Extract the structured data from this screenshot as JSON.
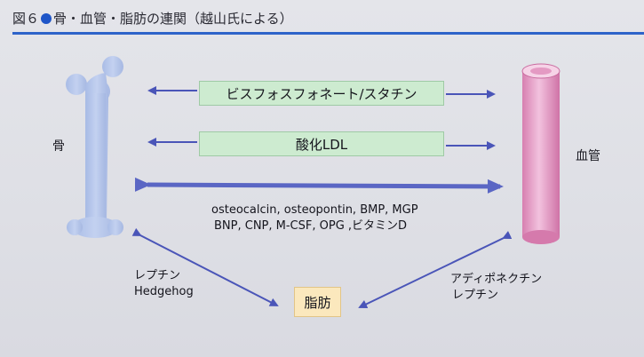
{
  "figure": {
    "number": "図６",
    "title": "骨・血管・脂肪の連関（越山氏による）"
  },
  "nodes": {
    "bone": "骨",
    "vessel": "血管",
    "fat": "脂肪"
  },
  "links": {
    "top_box": "ビスフォスフォネート/スタチン",
    "mid_box": "酸化LDL",
    "factors_line1": "osteocalcin, osteopontin, BMP, MGP",
    "factors_line2": "BNP, CNP, M-CSF,  OPG ,ビタミンD",
    "bone_fat": [
      "レプチン",
      "Hedgehog"
    ],
    "vessel_fat": [
      "アディポネクチン",
      "レプチン"
    ]
  },
  "colors": {
    "accent_blue": "#2d63c9",
    "arrow": "#4a55b8",
    "bone": "#b8c8ec",
    "vessel": "#e7a9cc",
    "box_green": "#cdebd0",
    "box_fat": "#fbe8bd"
  }
}
